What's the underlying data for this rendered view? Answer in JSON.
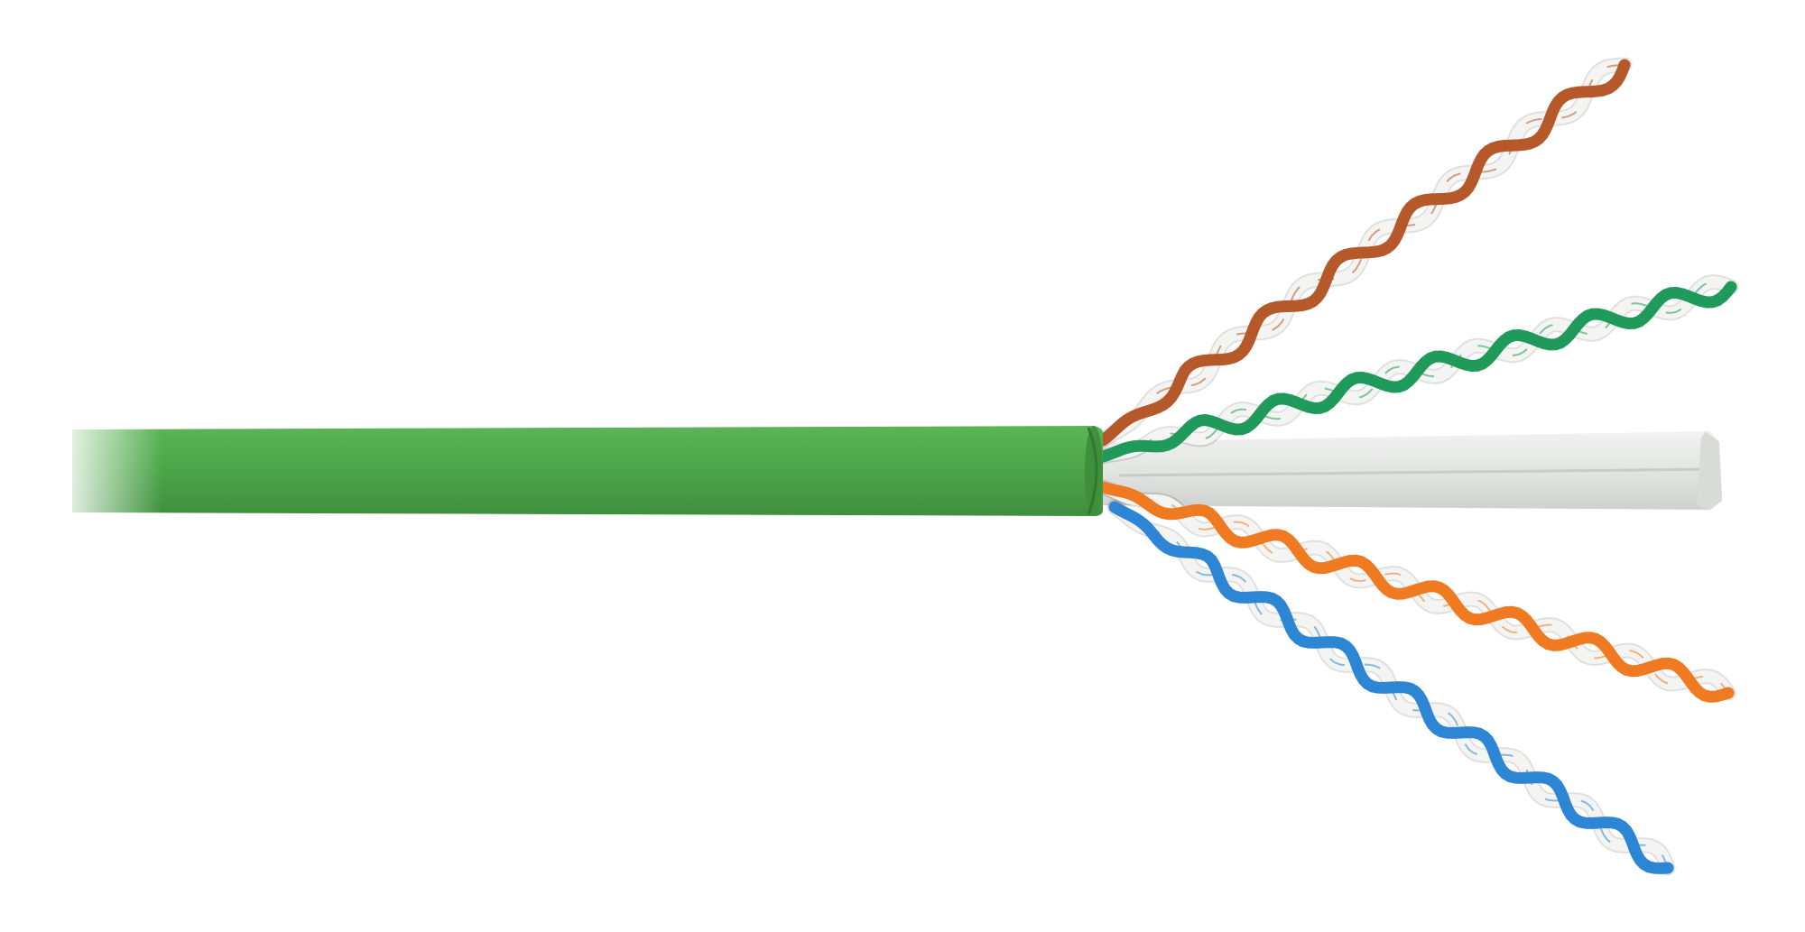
{
  "image": {
    "subject": "cable",
    "background_color": "#ffffff"
  },
  "colors": {
    "jacket": "#4da64a",
    "jacket_shadow": "#3f8f3d",
    "jacket_highlight": "#5bb556",
    "separator": "#e6e7e6",
    "separator_shadow": "#cfd1cf",
    "white_wire": "#f4f4f2",
    "brown": "#b5582a",
    "green": "#1f9a5a",
    "orange": "#f07a22",
    "blue": "#2d86d3"
  },
  "pairs": [
    {
      "name": "brown-pair",
      "color_key": "brown",
      "twists": 7
    },
    {
      "name": "green-pair",
      "color_key": "green",
      "twists": 8
    },
    {
      "name": "orange-pair",
      "color_key": "orange",
      "twists": 8
    },
    {
      "name": "blue-pair",
      "color_key": "blue",
      "twists": 8
    }
  ]
}
